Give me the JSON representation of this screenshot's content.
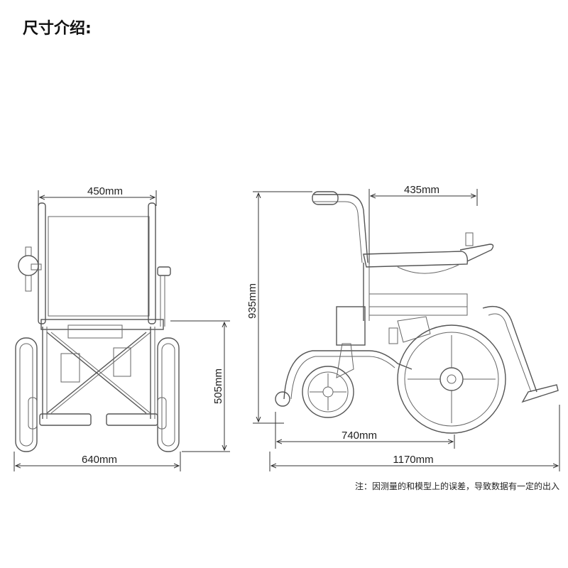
{
  "title": "尺寸介绍:",
  "dimensions": {
    "front_width_top": "450mm",
    "front_width_total": "640mm",
    "front_height": "505mm",
    "side_seat_depth": "435mm",
    "side_height": "935mm",
    "side_wheelbase": "740mm",
    "side_length": "1170mm"
  },
  "note": "注：因测量的和模型上的误差，导致数据有一定的出入"
}
